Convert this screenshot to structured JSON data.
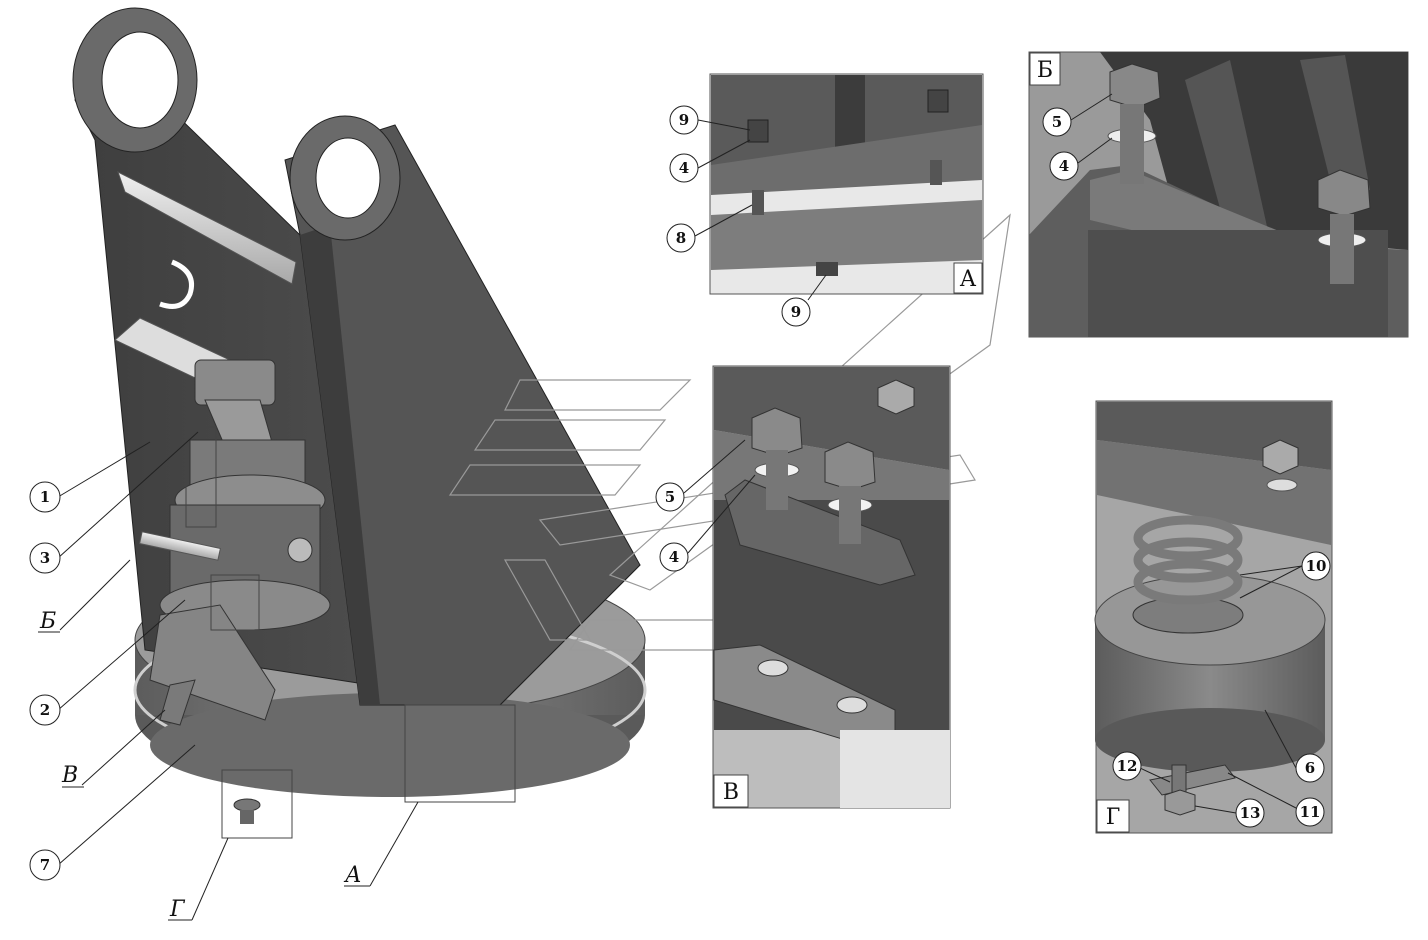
{
  "colors": {
    "steel_dark": "#4a4a4a",
    "steel_mid": "#6b6b6b",
    "steel_light": "#9a9a9a",
    "background": "#ffffff",
    "line": "#222222"
  },
  "views": [
    {
      "id": "view-a",
      "letter": "А"
    },
    {
      "id": "view-b",
      "letter": "Б"
    },
    {
      "id": "view-v",
      "letter": "В"
    },
    {
      "id": "view-g",
      "letter": "Г"
    }
  ],
  "main_callouts": [
    {
      "id": "c1",
      "label": "1"
    },
    {
      "id": "c3",
      "label": "3"
    },
    {
      "id": "c2",
      "label": "2"
    },
    {
      "id": "c7",
      "label": "7"
    }
  ],
  "main_view_refs": [
    {
      "id": "rb",
      "label": "Б"
    },
    {
      "id": "rv",
      "label": "В"
    },
    {
      "id": "rg",
      "label": "Г"
    },
    {
      "id": "ra",
      "label": "А"
    }
  ],
  "view_a_callouts": [
    {
      "id": "a9t",
      "label": "9"
    },
    {
      "id": "a4",
      "label": "4"
    },
    {
      "id": "a8",
      "label": "8"
    },
    {
      "id": "a9b",
      "label": "9"
    }
  ],
  "view_b_callouts": [
    {
      "id": "b5",
      "label": "5"
    },
    {
      "id": "b4",
      "label": "4"
    }
  ],
  "view_v_callouts": [
    {
      "id": "v5",
      "label": "5"
    },
    {
      "id": "v4",
      "label": "4"
    }
  ],
  "view_g_callouts": [
    {
      "id": "g10",
      "label": "10"
    },
    {
      "id": "g12",
      "label": "12"
    },
    {
      "id": "g6",
      "label": "6"
    },
    {
      "id": "g11",
      "label": "11"
    },
    {
      "id": "g13",
      "label": "13"
    }
  ]
}
